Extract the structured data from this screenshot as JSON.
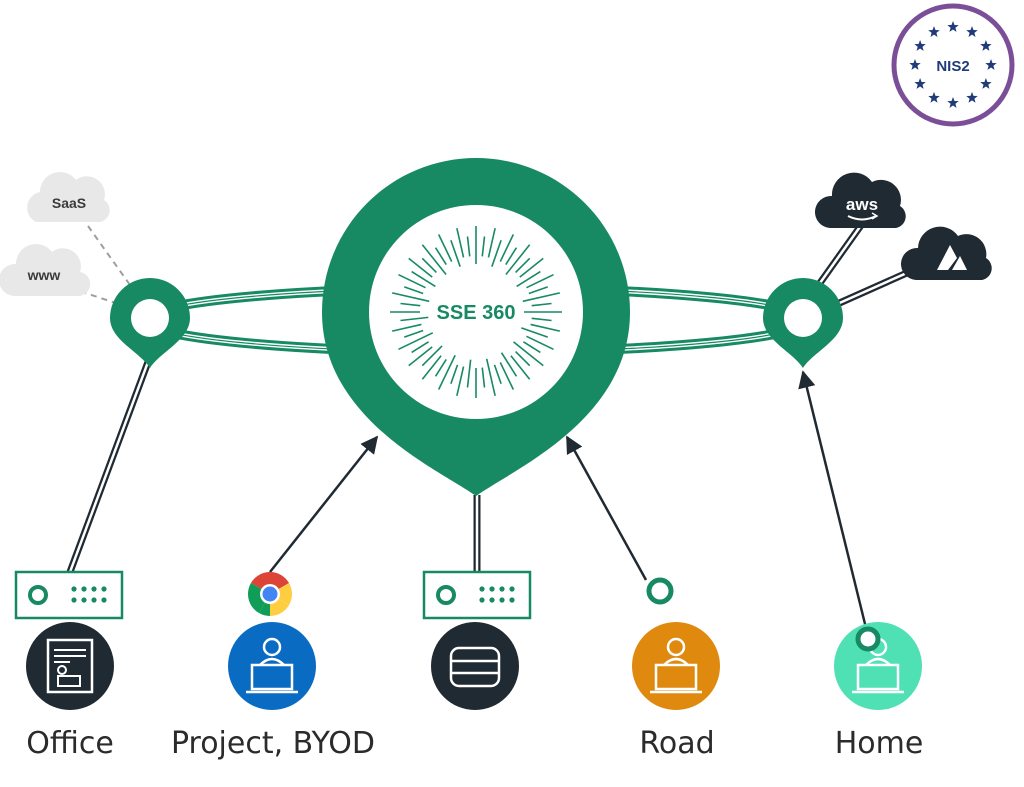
{
  "colors": {
    "brand_green": "#178a63",
    "light_green": "#4fe0b4",
    "dark": "#202a33",
    "blue": "#0a6bc2",
    "orange": "#df890e",
    "cloud_gray": "#e8e8e8",
    "badge_purple": "#7a4f98",
    "badge_navy": "#1f3b7a"
  },
  "center": {
    "label": "SSE 360"
  },
  "badge": {
    "label": "NIS2"
  },
  "clouds_left": [
    {
      "label": "SaaS"
    },
    {
      "label": "www"
    }
  ],
  "clouds_right": [
    {
      "label": "aws",
      "icon": "aws-cloud-icon"
    },
    {
      "icon": "azure-cloud-icon"
    }
  ],
  "sites": [
    {
      "label": "Office",
      "icon": "office-building-icon",
      "device": "network-appliance"
    },
    {
      "label": "Project, BYOD",
      "icon": "laptop-user-icon",
      "device": "chrome-browser-icon"
    },
    {
      "label": "",
      "icon": "database-icon",
      "device": "network-appliance"
    },
    {
      "label": "Road",
      "icon": "laptop-user-icon",
      "device": "agent-ring"
    },
    {
      "label": "Home",
      "icon": "laptop-user-icon",
      "device": "agent-ring"
    }
  ]
}
